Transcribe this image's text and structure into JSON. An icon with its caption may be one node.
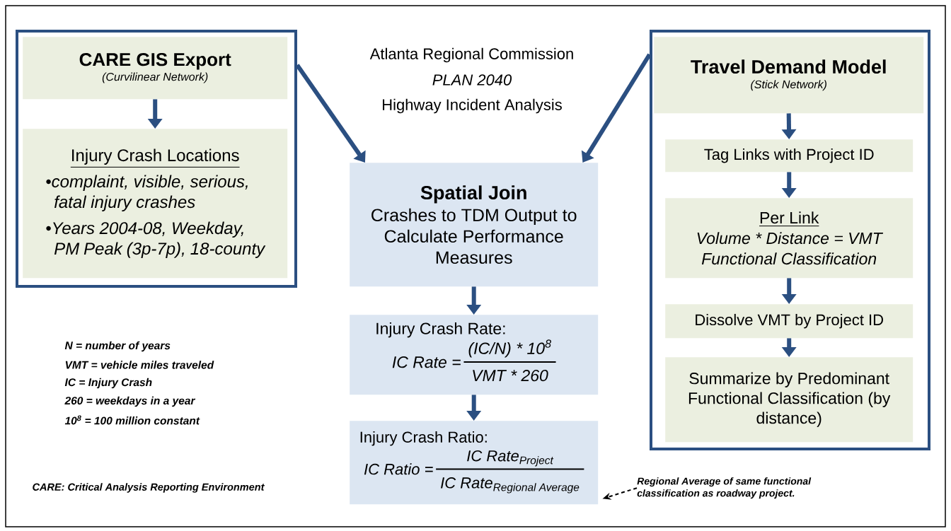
{
  "diagram": {
    "title": "Atlanta Regional Commission",
    "nodes": [
      {
        "text": [],
        "shape": "box"
      },
      {
        "text": [
          "CARE GIS Export",
          "(Curvilinear Network)"
        ],
        "in": 0
      },
      {
        "text": [
          "Injury Crash Locations",
          "•complaint, visible, serious, fatal injury crashes",
          "•Years 2004-08, Weekday, PM Peak (3p-7p), 18-county"
        ],
        "in": 0
      },
      {
        "text": [],
        "shape": "box"
      },
      {
        "text": [
          "Travel Demand Model",
          "(Stick Network)"
        ],
        "in": 3
      },
      {
        "text": [
          "Tag Links with Project ID"
        ],
        "in": 3
      },
      {
        "text": [
          "Per Link",
          "Volume * Distance = VMT",
          "Functional Classification"
        ],
        "in": 3
      },
      {
        "text": [
          "Dissolve VMT by Project ID"
        ],
        "in": 3
      },
      {
        "text": [
          "Summarize by Predominant Functional Classification (by distance)"
        ],
        "in": 3
      },
      {
        "text": [
          "Spatial Join",
          "Crashes to TDM Output to Calculate Performance Measures"
        ]
      },
      {
        "text": [
          "Injury Crash Rate:",
          "IC Rate =",
          "(IC/N) * 10$^{8}$",
          "VMT * 260"
        ]
      },
      {
        "text": [
          "Injury Crash Ratio:",
          "IC Ratio =",
          "\\textit{IC Rate}_{\\textit{Project}}",
          "\\textit{IC Rate}_{\\textit{Regional Average}}"
        ]
      },
      {
        "text": [
          "Regional Average of same functional classification as roadway project."
        ]
      }
    ],
    "edges": [
      {
        "from": 1,
        "to": 2,
        "arrow": "to"
      },
      {
        "from": 0,
        "to": 9,
        "arrow": "to"
      },
      {
        "from": 3,
        "to": 9,
        "arrow": "to"
      },
      {
        "from": 4,
        "to": 5,
        "arrow": "to"
      },
      {
        "from": 5,
        "to": 6,
        "arrow": "to"
      },
      {
        "from": 6,
        "to": 7,
        "arrow": "to"
      },
      {
        "from": 7,
        "to": 8,
        "arrow": "to"
      },
      {
        "from": 9,
        "to": 10,
        "arrow": "to"
      },
      {
        "from": 10,
        "to": 11,
        "arrow": "to"
      },
      {
        "from": 12,
        "to": 11,
        "arrow": "to",
        "style": "dashed",
        "color": "#000000"
      }
    ],
    "labels": [
      "PLAN 2040",
      "Highway Incident Analysis",
      "N = number of years",
      "VMT = vehicle miles traveled",
      "IC = Injury Crash",
      "260 = weekdays in a year",
      "10$^{8}$ = 100 million constant",
      "CARE: Critical Analysis Reporting Environment"
    ]
  }
}
